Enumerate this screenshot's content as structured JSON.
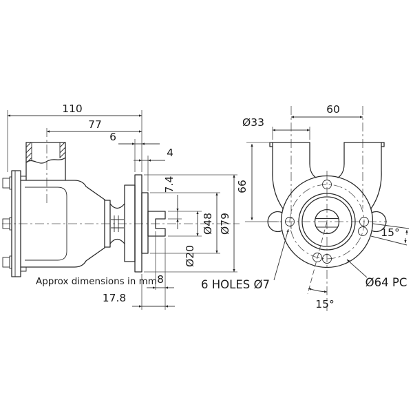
{
  "note": "Approx dimensions in mm",
  "side_view": {
    "overall_length": "110",
    "length_to_flange": "77",
    "flange_thickness": "6",
    "pilot_depth": "4",
    "slot_offset": "7.4",
    "shaft_dia": "Ø20",
    "pilot_dia": "Ø48",
    "flange_dia": "Ø79",
    "slot_depth": "8",
    "shaft_protrusion": "17.8"
  },
  "front_view": {
    "port_spacing": "60",
    "port_dia": "Ø33",
    "center_height": "66",
    "hole_angle_right": "15°",
    "hole_angle_bottom": "15°",
    "bolt_circle": "Ø64 PC",
    "holes_note": "6 HOLES Ø7"
  },
  "colors": {
    "line": "#2b2b2b",
    "dim": "#3a3a3a",
    "background": "#ffffff"
  }
}
